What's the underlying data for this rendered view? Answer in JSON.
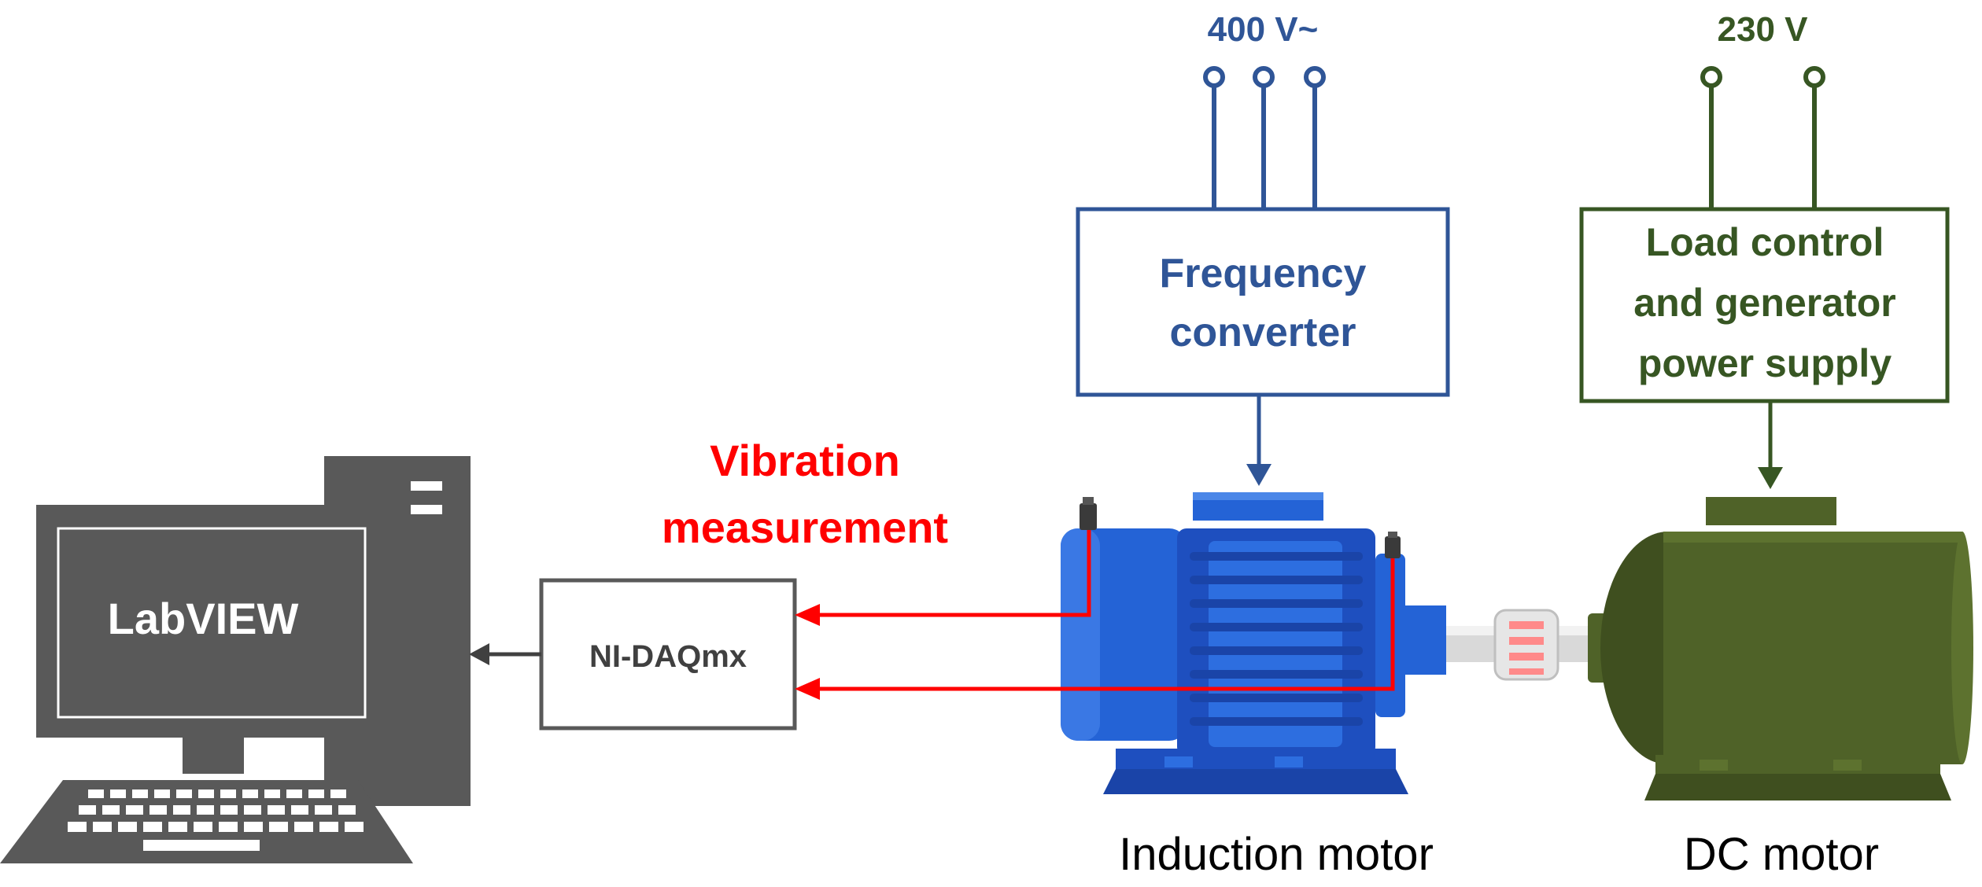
{
  "supply_ac": {
    "label": "400 V~"
  },
  "supply_dc": {
    "label": "230 V"
  },
  "freq_converter": {
    "line1": "Frequency",
    "line2": "converter"
  },
  "load_control": {
    "line1": "Load control",
    "line2": "and generator",
    "line3": "power supply"
  },
  "vibration": {
    "line1": "Vibration",
    "line2": "measurement"
  },
  "daq": {
    "label": "NI-DAQmx"
  },
  "computer": {
    "screen_label": "LabVIEW"
  },
  "induction_motor": {
    "label": "Induction motor"
  },
  "dc_motor": {
    "label": "DC motor"
  },
  "colors": {
    "blue_line": "#2f5597",
    "green_line": "#375623",
    "red_signal": "#ff0000",
    "motor_blue": "#2463d6",
    "motor_green": "#4f6228",
    "computer_gray": "#595959"
  }
}
